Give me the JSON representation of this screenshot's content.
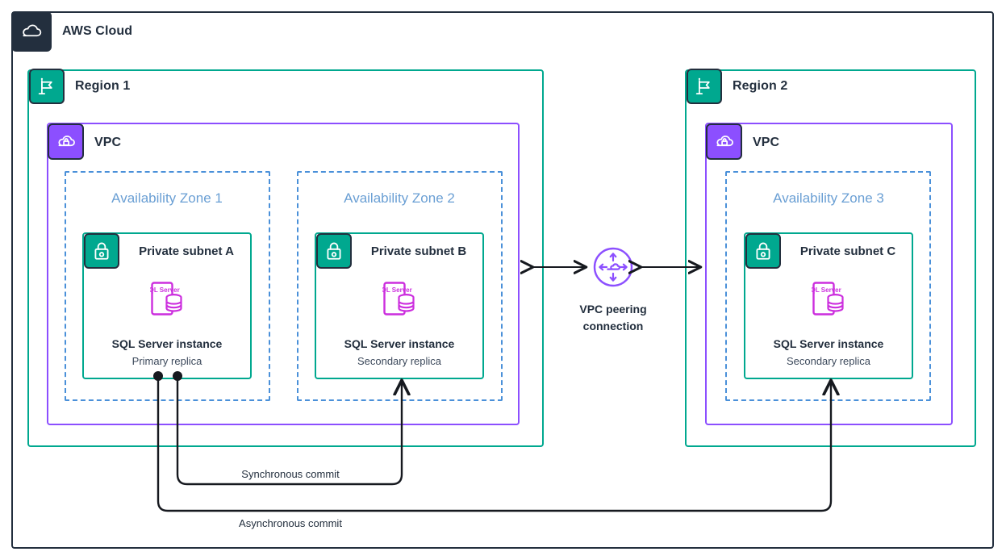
{
  "diagram": {
    "title": "AWS Cloud",
    "cloud_label": "AWS Cloud",
    "cloud_icon": "aws-cloud-icon",
    "colors": {
      "aws_navy": "#232F3E",
      "region_teal": "#00A88F",
      "vpc_purple": "#8C4FFF",
      "az_blue": "#4A90D9",
      "az_text_blue": "#6a9fd4",
      "sqlserver_magenta": "#CC2EDE",
      "line_black": "#16191F"
    }
  },
  "regions": [
    {
      "label": "Region 1",
      "icon": "region-flag-icon",
      "vpc": {
        "label": "VPC",
        "icon": "vpc-cloud-lock-icon"
      },
      "zones": [
        {
          "label": "Availability Zone 1",
          "subnet": {
            "label": "Private subnet A",
            "icon": "private-subnet-lock-icon",
            "node": {
              "icon": "sql-server-icon",
              "icon_text": "SQL Server",
              "title": "SQL Server instance",
              "subtitle": "Primary replica"
            }
          }
        },
        {
          "label": "Availability Zone 2",
          "subnet": {
            "label": "Private subnet B",
            "icon": "private-subnet-lock-icon",
            "node": {
              "icon": "sql-server-icon",
              "icon_text": "SQL Server",
              "title": "SQL Server instance",
              "subtitle": "Secondary replica"
            }
          }
        }
      ]
    },
    {
      "label": "Region 2",
      "icon": "region-flag-icon",
      "vpc": {
        "label": "VPC",
        "icon": "vpc-cloud-lock-icon"
      },
      "zones": [
        {
          "label": "Availability Zone 3",
          "subnet": {
            "label": "Private subnet C",
            "icon": "private-subnet-lock-icon",
            "node": {
              "icon": "sql-server-icon",
              "icon_text": "SQL Server",
              "title": "SQL Server instance",
              "subtitle": "Secondary replica"
            }
          }
        }
      ]
    }
  ],
  "peering": {
    "label": "VPC peering\nconnection",
    "label_line1": "VPC peering",
    "label_line2": "connection",
    "icon": "vpc-peering-icon"
  },
  "connections": [
    {
      "label": "Synchronous commit",
      "from": "Private subnet A",
      "to": "Private subnet B"
    },
    {
      "label": "Asynchronous commit",
      "from": "Private subnet A",
      "to": "Private subnet C"
    }
  ]
}
